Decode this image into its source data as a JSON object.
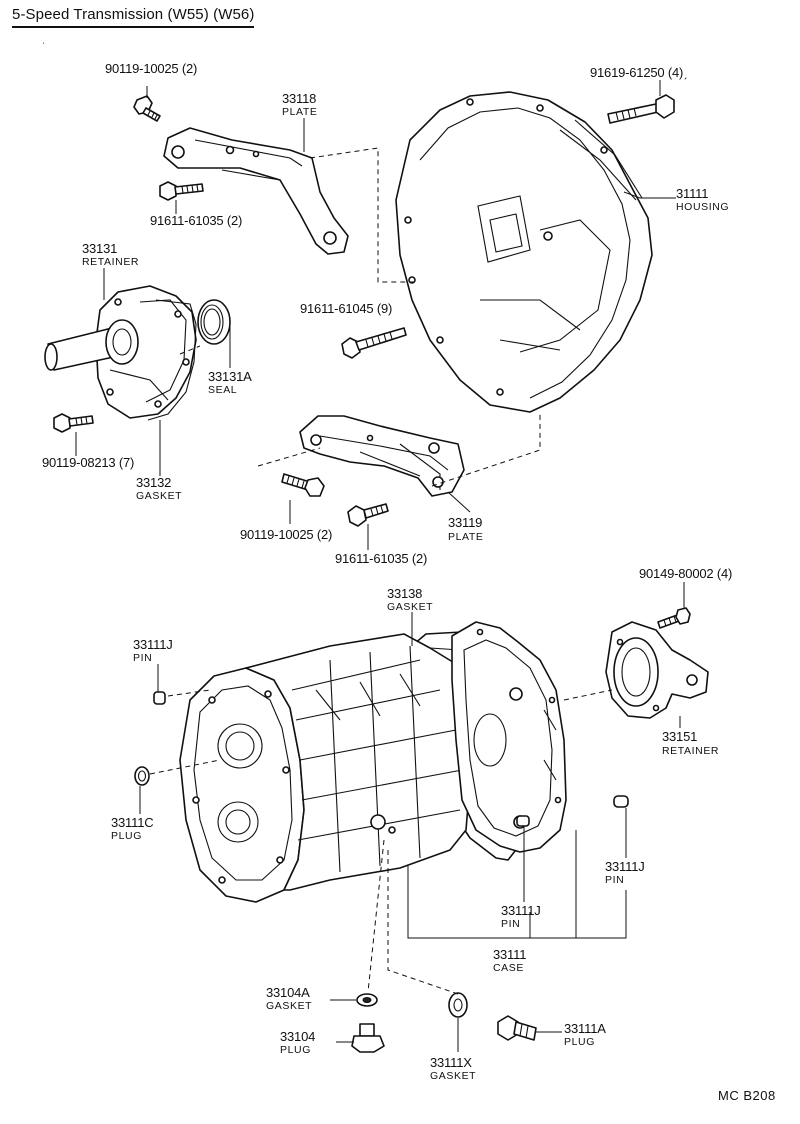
{
  "title": "5-Speed Transmission (W55) (W56)",
  "title_mark": "ˌ",
  "footer_code": "MC  B208",
  "parts": [
    {
      "number": "90119-10025 (2)",
      "name": ""
    },
    {
      "number": "33118",
      "name": "PLATE"
    },
    {
      "number": "91619-61250 (4)ˏ",
      "name": ""
    },
    {
      "number": "91611-61035 (2)",
      "name": ""
    },
    {
      "number": "31111",
      "name": "HOUSING"
    },
    {
      "number": "33131",
      "name": "RETAINER"
    },
    {
      "number": "91611-61045 (9)",
      "name": ""
    },
    {
      "number": "33131A",
      "name": "SEAL"
    },
    {
      "number": "90119-08213 (7)",
      "name": ""
    },
    {
      "number": "33132",
      "name": "GASKET"
    },
    {
      "number": "90119-10025 (2)",
      "name": ""
    },
    {
      "number": "33119",
      "name": "PLATE"
    },
    {
      "number": "91611-61035 (2)",
      "name": ""
    },
    {
      "number": "33138",
      "name": "GASKET"
    },
    {
      "number": "90149-80002 (4)",
      "name": ""
    },
    {
      "number": "33111J",
      "name": "PIN"
    },
    {
      "number": "33151",
      "name": "RETAINER"
    },
    {
      "number": "33111C",
      "name": "PLUG"
    },
    {
      "number": "33111J",
      "name": "PIN"
    },
    {
      "number": "33111J",
      "name": "PIN"
    },
    {
      "number": "33111",
      "name": "CASE"
    },
    {
      "number": "33104A",
      "name": "GASKET"
    },
    {
      "number": "33104",
      "name": "PLUG"
    },
    {
      "number": "33111A",
      "name": "PLUG"
    },
    {
      "number": "33111X",
      "name": "GASKET"
    }
  ]
}
